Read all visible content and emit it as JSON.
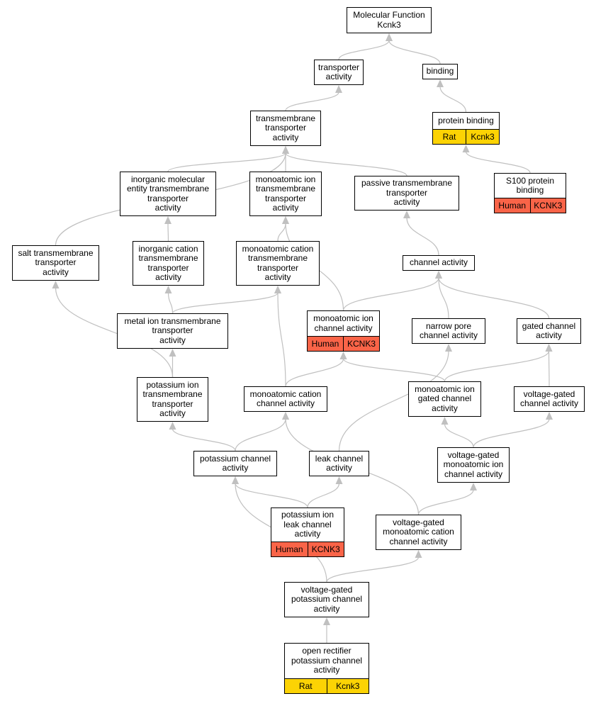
{
  "colors": {
    "edge": "#c0c0c0",
    "human": "#fa6448",
    "rat": "#fcd304",
    "border": "#000000"
  },
  "nodes": [
    {
      "id": "mf",
      "label": "Molecular Function\nKcnk3",
      "tags": []
    },
    {
      "id": "ta",
      "label": "transporter\nactivity",
      "tags": []
    },
    {
      "id": "bind",
      "label": "binding",
      "tags": []
    },
    {
      "id": "tmta",
      "label": "transmembrane\ntransporter\nactivity",
      "tags": []
    },
    {
      "id": "pb",
      "label": "protein binding",
      "tags": [
        {
          "text": "Rat",
          "kind": "rat"
        },
        {
          "text": "Kcnk3",
          "kind": "rat"
        }
      ]
    },
    {
      "id": "s100",
      "label": "S100 protein\nbinding",
      "tags": [
        {
          "text": "Human",
          "kind": "human"
        },
        {
          "text": "KCNK3",
          "kind": "human"
        }
      ]
    },
    {
      "id": "imetta",
      "label": "inorganic molecular\nentity transmembrane\ntransporter\nactivity",
      "tags": []
    },
    {
      "id": "maitta",
      "label": "monoatomic ion\ntransmembrane\ntransporter\nactivity",
      "tags": []
    },
    {
      "id": "ptta",
      "label": "passive transmembrane\ntransporter\nactivity",
      "tags": []
    },
    {
      "id": "stta",
      "label": "salt transmembrane\ntransporter\nactivity",
      "tags": []
    },
    {
      "id": "icta",
      "label": "inorganic cation\ntransmembrane\ntransporter\nactivity",
      "tags": []
    },
    {
      "id": "macta",
      "label": "monoatomic cation\ntransmembrane\ntransporter\nactivity",
      "tags": []
    },
    {
      "id": "ca",
      "label": "channel activity",
      "tags": []
    },
    {
      "id": "mita",
      "label": "metal ion transmembrane\ntransporter\nactivity",
      "tags": []
    },
    {
      "id": "maica",
      "label": "monoatomic ion\nchannel activity",
      "tags": [
        {
          "text": "Human",
          "kind": "human"
        },
        {
          "text": "KCNK3",
          "kind": "human"
        }
      ]
    },
    {
      "id": "npca",
      "label": "narrow pore\nchannel activity",
      "tags": []
    },
    {
      "id": "gca",
      "label": "gated channel\nactivity",
      "tags": []
    },
    {
      "id": "pitta",
      "label": "potassium ion\ntransmembrane\ntransporter\nactivity",
      "tags": []
    },
    {
      "id": "macca",
      "label": "monoatomic cation\nchannel activity",
      "tags": []
    },
    {
      "id": "maigca",
      "label": "monoatomic ion\ngated channel\nactivity",
      "tags": []
    },
    {
      "id": "vgca",
      "label": "voltage-gated\nchannel activity",
      "tags": []
    },
    {
      "id": "pca",
      "label": "potassium channel\nactivity",
      "tags": []
    },
    {
      "id": "lca",
      "label": "leak channel\nactivity",
      "tags": []
    },
    {
      "id": "vgmaica",
      "label": "voltage-gated\nmonoatomic ion\nchannel activity",
      "tags": []
    },
    {
      "id": "pilca",
      "label": "potassium ion\nleak channel\nactivity",
      "tags": [
        {
          "text": "Human",
          "kind": "human"
        },
        {
          "text": "KCNK3",
          "kind": "human"
        }
      ]
    },
    {
      "id": "vgmacca",
      "label": "voltage-gated\nmonoatomic cation\nchannel activity",
      "tags": []
    },
    {
      "id": "vgpca",
      "label": "voltage-gated\npotassium channel\nactivity",
      "tags": []
    },
    {
      "id": "orpca",
      "label": "open rectifier\npotassium channel\nactivity",
      "tags": [
        {
          "text": "Rat",
          "kind": "rat"
        },
        {
          "text": "Kcnk3",
          "kind": "rat"
        }
      ]
    }
  ],
  "edges": [
    [
      "ta",
      "mf"
    ],
    [
      "bind",
      "mf"
    ],
    [
      "tmta",
      "ta"
    ],
    [
      "pb",
      "bind"
    ],
    [
      "s100",
      "pb"
    ],
    [
      "imetta",
      "tmta"
    ],
    [
      "maitta",
      "tmta"
    ],
    [
      "ptta",
      "tmta"
    ],
    [
      "stta",
      "tmta"
    ],
    [
      "icta",
      "imetta"
    ],
    [
      "macta",
      "maitta"
    ],
    [
      "ca",
      "ptta"
    ],
    [
      "mita",
      "icta"
    ],
    [
      "mita",
      "macta"
    ],
    [
      "maica",
      "maitta"
    ],
    [
      "maica",
      "ca"
    ],
    [
      "npca",
      "ca"
    ],
    [
      "gca",
      "ca"
    ],
    [
      "pitta",
      "mita"
    ],
    [
      "pitta",
      "stta"
    ],
    [
      "macca",
      "macta"
    ],
    [
      "macca",
      "maica"
    ],
    [
      "maigca",
      "maica"
    ],
    [
      "maigca",
      "gca"
    ],
    [
      "vgca",
      "gca"
    ],
    [
      "pca",
      "pitta"
    ],
    [
      "pca",
      "macca"
    ],
    [
      "lca",
      "npca"
    ],
    [
      "vgmaica",
      "maigca"
    ],
    [
      "vgmaica",
      "vgca"
    ],
    [
      "pilca",
      "pca"
    ],
    [
      "pilca",
      "lca"
    ],
    [
      "vgmacca",
      "macca"
    ],
    [
      "vgmacca",
      "vgmaica"
    ],
    [
      "vgpca",
      "pca"
    ],
    [
      "vgpca",
      "vgmacca"
    ],
    [
      "orpca",
      "vgpca"
    ]
  ]
}
